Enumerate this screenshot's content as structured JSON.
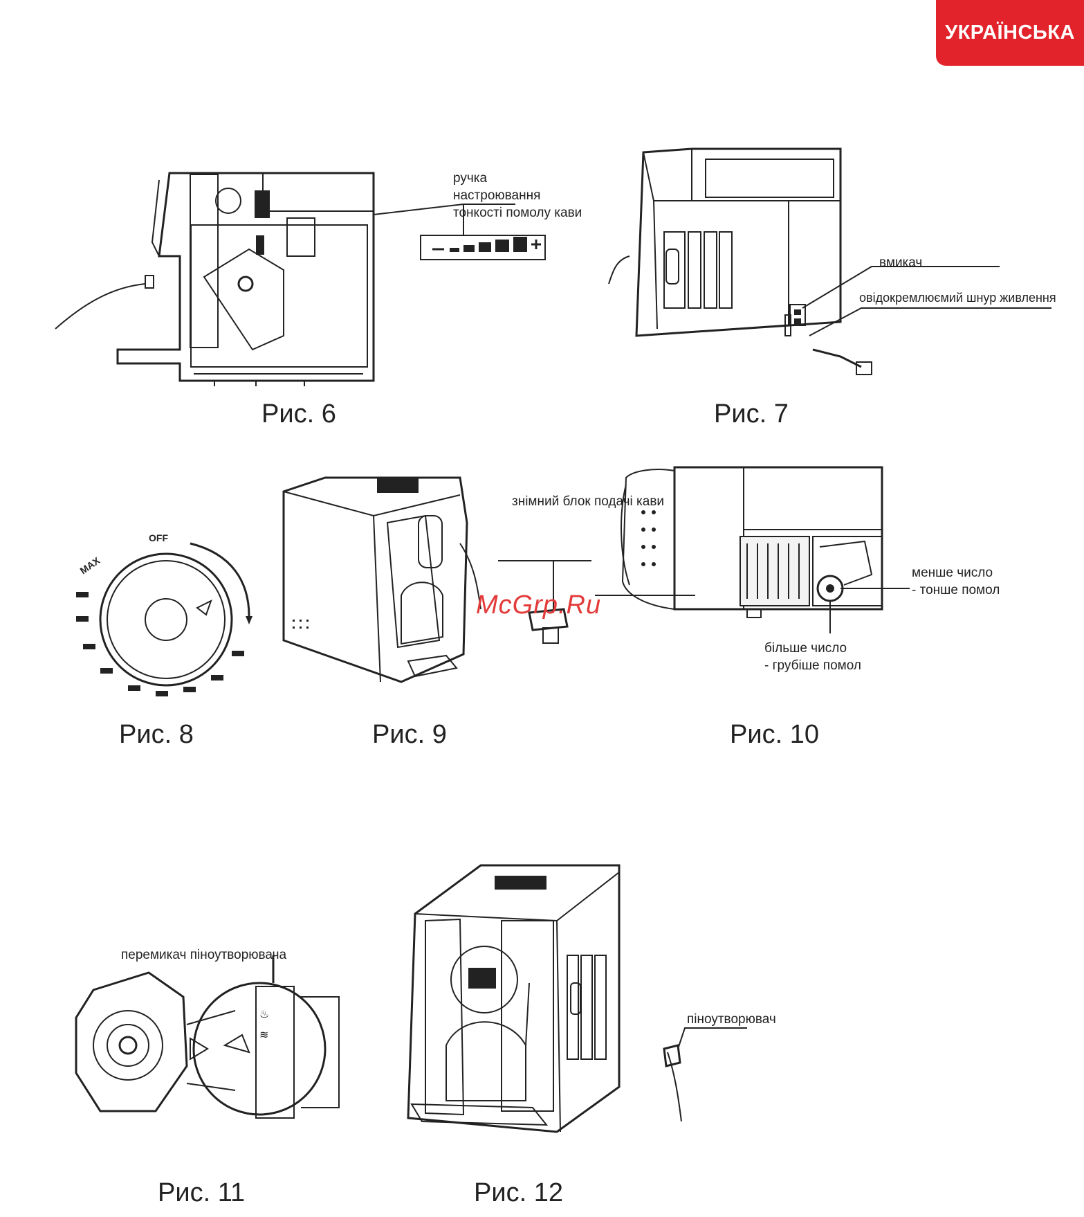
{
  "header": {
    "language": "УКРАЇНСЬКА"
  },
  "watermark": "McGrp.Ru",
  "figures": {
    "fig6": {
      "caption": "Рис. 6",
      "label": "ручка настроювання тонкості помолу кави",
      "label_lines": [
        "ручка",
        "настроювання",
        "тонкості помолу кави"
      ]
    },
    "fig7": {
      "caption": "Рис. 7",
      "switch_label": "вмикач",
      "cord_label": "овідокремлюємий шнур живлення"
    },
    "fig8": {
      "caption": "Рис. 8",
      "dial_text": "OFF",
      "max_text": "MAX"
    },
    "fig9": {
      "caption": "Рис. 9",
      "label": "знімний блок подачі кави"
    },
    "fig10": {
      "caption": "Рис. 10",
      "smaller_label": [
        "менше число",
        "- тонше помол"
      ],
      "larger_label": [
        "більше число",
        "- грубіше помол"
      ]
    },
    "fig11": {
      "caption": "Рис. 11",
      "label": "перемикач піноутворювача"
    },
    "fig12": {
      "caption": "Рис. 12",
      "label": "піноутворювач"
    }
  }
}
